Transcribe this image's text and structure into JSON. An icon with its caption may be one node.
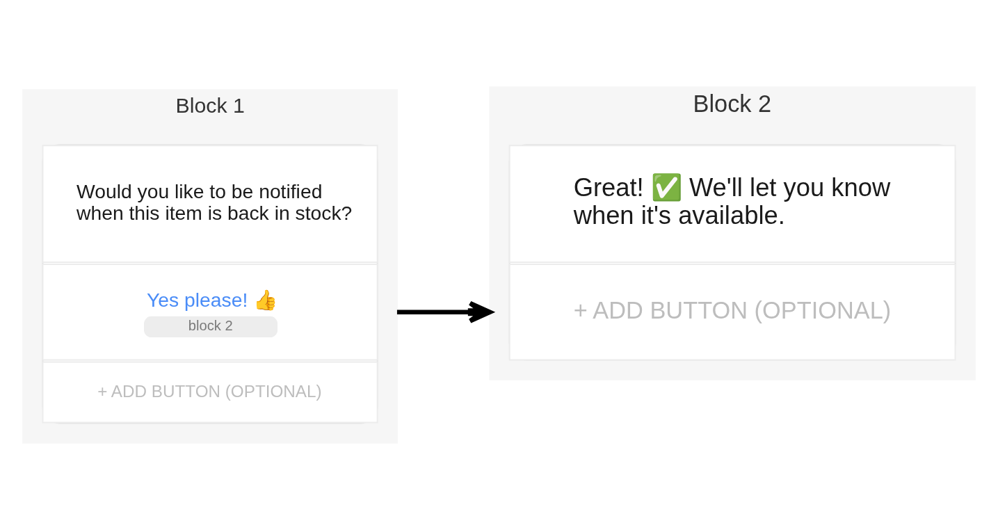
{
  "diagram": {
    "nodes": [
      {
        "text": [
          "Block 1"
        ]
      },
      {
        "text": [],
        "shape": "box",
        "in": 0
      },
      {
        "text": [
          "Would you like to be notified when this item is back in stock?"
        ],
        "in": 1
      },
      {
        "text": [
          "Yes please! 👍",
          "block 2"
        ],
        "in": 1
      },
      {
        "text": [
          "+ ADD BUTTON (OPTIONAL)"
        ],
        "in": 1
      },
      {
        "text": [
          "Block 2"
        ]
      },
      {
        "text": [],
        "shape": "box",
        "in": 5
      },
      {
        "text": [
          "Great! ✅ We'll let you know when it's available."
        ],
        "in": 6
      },
      {
        "text": [
          "+ ADD BUTTON (OPTIONAL)"
        ],
        "in": 6
      }
    ],
    "edges": [
      {
        "from": 0,
        "to": 5,
        "arrow": "to"
      }
    ]
  }
}
